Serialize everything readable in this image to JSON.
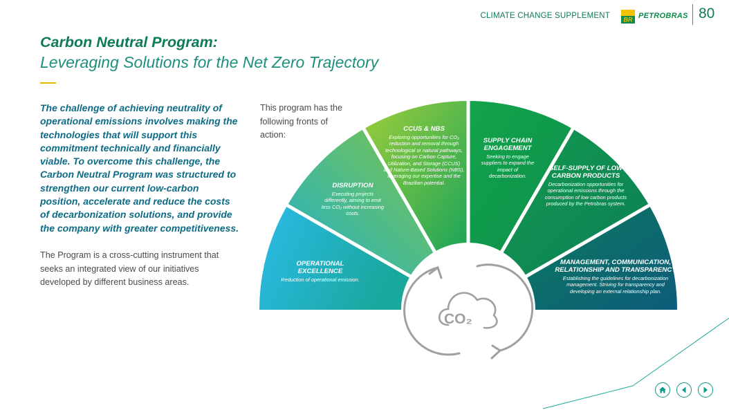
{
  "header": {
    "supplement_label": "CLIMATE CHANGE SUPPLEMENT",
    "brand_logo_text": "BR",
    "brand_name": "PETROBRAS",
    "page_number": "80"
  },
  "title": {
    "main": "Carbon Neutral Program:",
    "sub": "Leveraging Solutions for the Net Zero Trajectory"
  },
  "intro": {
    "lead": "The challenge of achieving neutrality of operational emissions involves making the technologies that will support this commitment technically and financially viable. To overcome this challenge, the Carbon Neutral Program was structured to strengthen our current low-carbon position, accelerate and reduce the costs of decarbonization solutions, and provide the company with greater competitiveness.",
    "body": "The Program is a cross-cutting instrument that seeks an integrated view of our initiatives developed by different business areas.",
    "fronts_label": "This program has the following fronts of action:"
  },
  "fronts": [
    {
      "title": "OPERATIONAL EXCELLENCE",
      "desc": "Reduction of operational emission."
    },
    {
      "title": "DISRUPTION",
      "desc": "Executing projects differently, aiming to emit less CO₂ without increasing costs."
    },
    {
      "title": "CCUS & NBS",
      "desc": "Exploring opportunities for CO₂ reduction and removal through technological or natural pathways, focusing on Carbon Capture, Utilization, and Storage (CCUS) and Nature-Based Solutions (NBS), leveraging our expertise and the Brazilian potential."
    },
    {
      "title": "SUPPLY CHAIN ENGAGEMENT",
      "desc": "Seeking to engage suppliers to expand the impact of decarbonization."
    },
    {
      "title": "SELF-SUPPLY OF LOW CARBON PRODUCTS",
      "desc": "Decarbonization opportunities for operational emissions through the consumption of low carbon products produced by the Petrobras system."
    },
    {
      "title": "MANAGEMENT, COMMUNICATION, RELATIONSHIP AND TRANSPARENCY",
      "desc": "Establishing the guidelines for decarbonization management. Striving for transparency and developing an external relationship plan."
    }
  ],
  "center_icon": {
    "name": "co2-cycle-icon",
    "label": "CO₂"
  },
  "colors": {
    "brand_green": "#0e7c55",
    "accent_yellow": "#f2b600",
    "title_teal": "#1d8f7c",
    "lead_blue": "#0d6b86"
  },
  "nav": {
    "home": "home-icon",
    "previous": "arrow-left-icon",
    "next": "arrow-right-icon"
  }
}
